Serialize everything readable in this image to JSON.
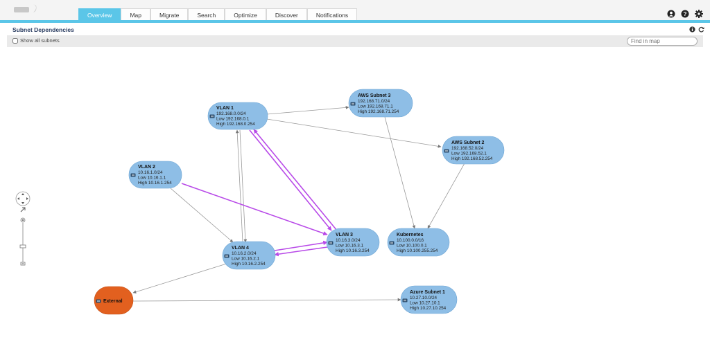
{
  "tabs": [
    {
      "label": "Overview",
      "active": true
    },
    {
      "label": "Map",
      "active": false
    },
    {
      "label": "Migrate",
      "active": false
    },
    {
      "label": "Search",
      "active": false
    },
    {
      "label": "Optimize",
      "active": false
    },
    {
      "label": "Discover",
      "active": false
    },
    {
      "label": "Notifications",
      "active": false
    }
  ],
  "page": {
    "title": "Subnet Dependencies",
    "show_all_label": "Show all subnets",
    "show_all_checked": false,
    "find_placeholder": "Find in map"
  },
  "icons": {
    "top_right": [
      "user-icon",
      "help-icon",
      "gear-icon"
    ],
    "title_right": [
      "info-icon",
      "refresh-icon"
    ]
  },
  "colors": {
    "accent": "#5bc6e8",
    "node_fill": "#8ebee6",
    "external_fill": "#e2601f",
    "heavy_edge": "#b84ae8",
    "edge": "#999999"
  },
  "nodes": {
    "vlan1": {
      "name": "VLAN 1",
      "cidr": "192.168.0.0/24",
      "low": "Low 192.168.0.1",
      "high": "High 192.168.0.254"
    },
    "aws3": {
      "name": "AWS Subnet 3",
      "cidr": "192.168.71.0/24",
      "low": "Low 192.168.71.1",
      "high": "High 192.168.71.254"
    },
    "aws2": {
      "name": "AWS Subnet 2",
      "cidr": "192.168.52.0/24",
      "low": "Low 192.168.52.1",
      "high": "High 192.168.52.254"
    },
    "vlan2": {
      "name": "VLAN 2",
      "cidr": "10.16.1.0/24",
      "low": "Low 10.16.1.1",
      "high": "High 10.16.1.254"
    },
    "vlan3": {
      "name": "VLAN 3",
      "cidr": "10.16.3.0/24",
      "low": "Low 10.16.3.1",
      "high": "High 10.16.3.254"
    },
    "kube": {
      "name": "Kubernetes",
      "cidr": "10.100.0.0/16",
      "low": "Low 10.100.0.1",
      "high": "High 10.100.255.254"
    },
    "vlan4": {
      "name": "VLAN 4",
      "cidr": "10.16.2.0/24",
      "low": "Low 10.16.2.1",
      "high": "High 10.16.2.254"
    },
    "external": {
      "name": "External"
    },
    "azure1": {
      "name": "Azure Subnet 1",
      "cidr": "10.27.10.0/24",
      "low": "Low 10.27.10.1",
      "high": "High 10.27.10.254"
    }
  }
}
